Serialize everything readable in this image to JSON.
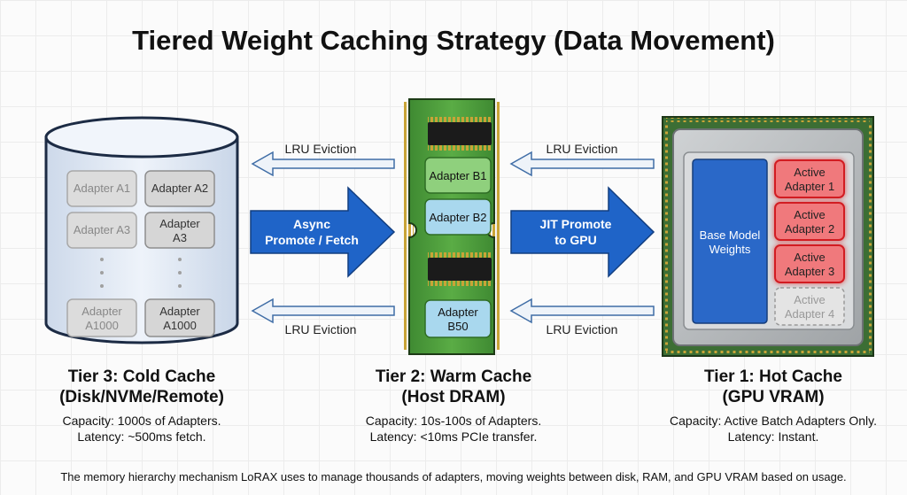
{
  "title": "Tiered Weight Caching Strategy (Data Movement)",
  "caption": "The memory hierarchy mechanism LoRAX uses to manage thousands of adapters, moving weights between disk, RAM, and GPU VRAM based on usage.",
  "arrows": {
    "lru_left_top": "LRU Eviction",
    "lru_right_top": "LRU Eviction",
    "lru_left_bottom": "LRU Eviction",
    "lru_right_bottom": "LRU Eviction",
    "async_line1": "Async",
    "async_line2": "Promote / Fetch",
    "jit_line1": "JIT Promote",
    "jit_line2": "to GPU"
  },
  "tier3": {
    "title_line1": "Tier 3: Cold Cache",
    "title_line2": "(Disk/NVMe/Remote)",
    "capacity": "Capacity: 1000s of Adapters.",
    "latency": "Latency: ~500ms fetch.",
    "adapters": {
      "a1": "Adapter A1",
      "a2": "Adapter A2",
      "a3_left": "Adapter A3",
      "a3_right_line1": "Adapter",
      "a3_right_line2": "A3",
      "a1000_left_line1": "Adapter",
      "a1000_left_line2": "A1000",
      "a1000_right_line1": "Adapter",
      "a1000_right_line2": "A1000"
    }
  },
  "tier2": {
    "title_line1": "Tier 2: Warm Cache",
    "title_line2": "(Host DRAM)",
    "capacity": "Capacity: 10s-100s of Adapters.",
    "latency": "Latency: <10ms PCIe transfer.",
    "adapters": {
      "b1": "Adapter B1",
      "b2": "Adapter B2",
      "b50_line1": "Adapter",
      "b50_line2": "B50"
    }
  },
  "tier1": {
    "title_line1": "Tier 1: Hot Cache",
    "title_line2": "(GPU VRAM)",
    "capacity": "Capacity: Active Batch Adapters Only.",
    "latency": "Latency: Instant.",
    "base_model_line1": "Base Model",
    "base_model_line2": "Weights",
    "active": [
      {
        "line1": "Active",
        "line2": "Adapter 1"
      },
      {
        "line1": "Active",
        "line2": "Adapter 2"
      },
      {
        "line1": "Active",
        "line2": "Adapter 3"
      },
      {
        "line1": "Active",
        "line2": "Adapter 4"
      }
    ]
  },
  "colors": {
    "primary_arrow": "#1f64c8",
    "outline_arrow": "#3f6da6",
    "dram_board": "#4c9a3a",
    "active_adapter": "#e5383b",
    "base_model": "#2a68c8",
    "cylinder_fill": "#e3ebf6"
  }
}
